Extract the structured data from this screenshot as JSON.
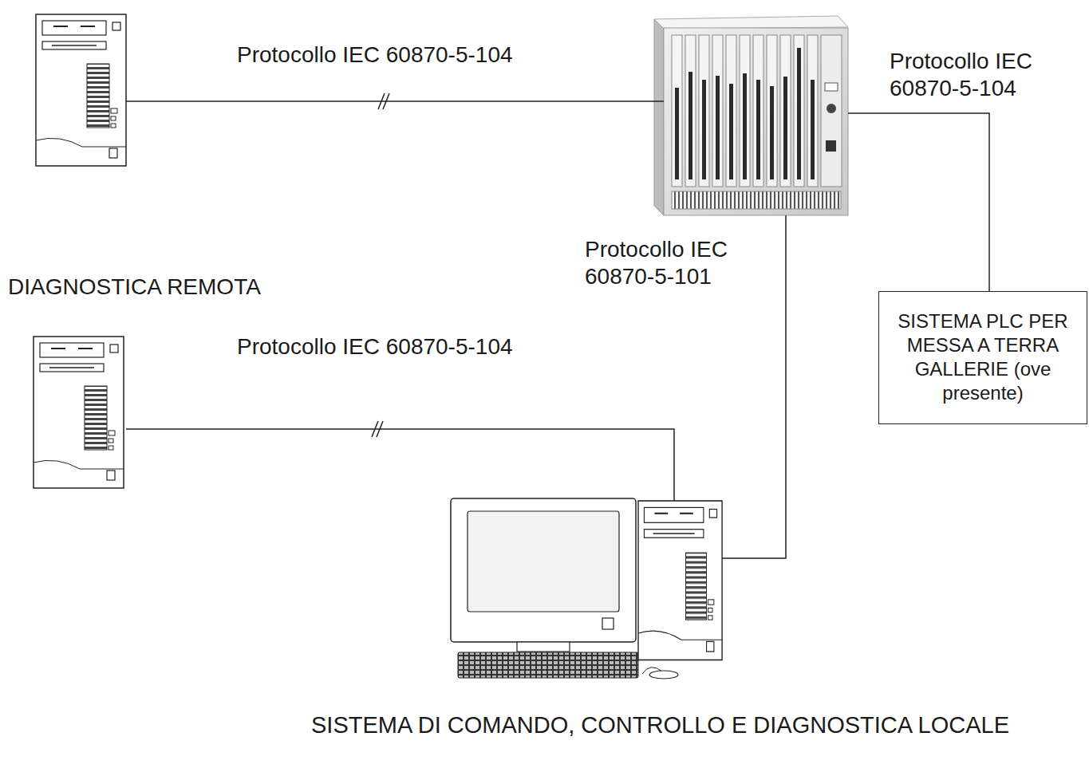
{
  "diagram": {
    "nodes": [
      {
        "text": [
          "SISTEMA PLC PER MESSA A TERRA GALLERIE (ove presente)"
        ]
      },
      {
        "text": [
          "SISTEMA DI COMANDO, CONTROLLO E DIAGNOSTICA LOCALE"
        ]
      }
    ],
    "labels": [
      "Protocollo IEC 60870-5-104",
      "Protocollo IEC 60870-5-104",
      "Protocollo IEC 60870-5-101",
      "DIAGNOSTICA REMOTA",
      "Protocollo IEC 60870-5-104"
    ]
  }
}
